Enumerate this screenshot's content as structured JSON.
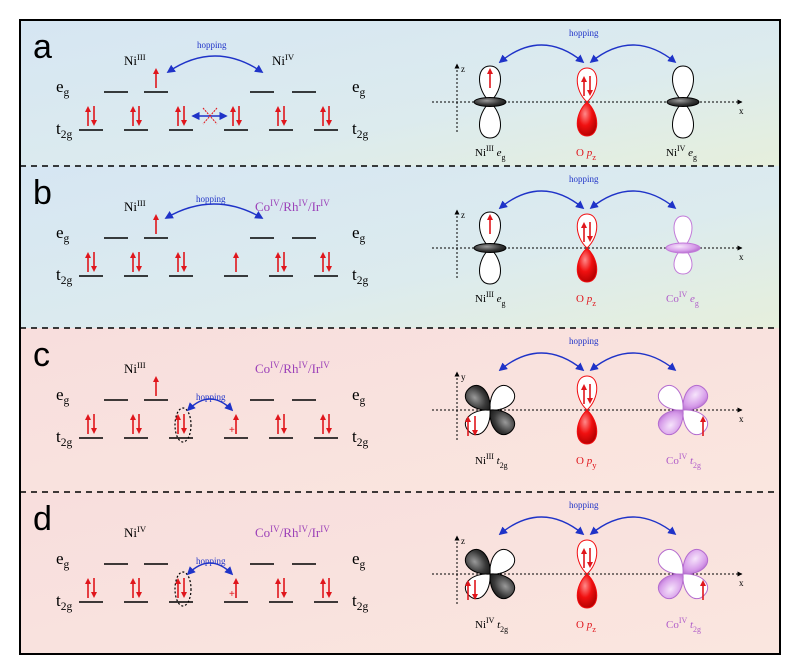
{
  "panels": [
    {
      "letter": "a",
      "left": {
        "ion_left": {
          "base": "Ni",
          "sup": "III",
          "color": "#000000"
        },
        "ion_right": {
          "base": "Ni",
          "sup": "IV",
          "color": "#000000"
        },
        "hopping": "hopping",
        "eg": {
          "base": "e",
          "sub": "g"
        },
        "t2g": {
          "base": "t",
          "sub": "2g"
        }
      },
      "right": {
        "hopping": "hopping",
        "axis_vertical": "z",
        "axis_horizontal": "x",
        "label_left": {
          "base": "Ni",
          "sup": "III",
          "tail": " e",
          "sub": "g",
          "color": "#000000"
        },
        "label_mid": {
          "pre": "O ",
          "base": "p",
          "sub": "z",
          "color": "#e0161c"
        },
        "label_right": {
          "base": "Ni",
          "sup": "IV",
          "tail": " e",
          "sub": "g",
          "color": "#000000"
        }
      }
    },
    {
      "letter": "b",
      "left": {
        "ion_left": {
          "base": "Ni",
          "sup": "III",
          "color": "#000000"
        },
        "ion_right_parts": [
          {
            "base": "Co",
            "sup": "IV"
          },
          {
            "base": "/Rh",
            "sup": "IV"
          },
          {
            "base": "/Ir",
            "sup": "IV"
          }
        ],
        "ion_right_color": "#9b3fb8",
        "hopping": "hopping",
        "eg": {
          "base": "e",
          "sub": "g"
        },
        "t2g": {
          "base": "t",
          "sub": "2g"
        }
      },
      "right": {
        "hopping": "hopping",
        "axis_vertical": "z",
        "axis_horizontal": "x",
        "label_left": {
          "base": "Ni",
          "sup": "III",
          "tail": " e",
          "sub": "g",
          "color": "#000000"
        },
        "label_mid": {
          "pre": "O ",
          "base": "p",
          "sub": "z",
          "color": "#e0161c"
        },
        "label_right": {
          "base": "Co",
          "sup": "IV",
          "tail": " e",
          "sub": "g",
          "color": "#b05cc9"
        }
      }
    },
    {
      "letter": "c",
      "left": {
        "ion_left": {
          "base": "Ni",
          "sup": "III",
          "color": "#000000"
        },
        "ion_right_parts": [
          {
            "base": "Co",
            "sup": "IV"
          },
          {
            "base": "/Rh",
            "sup": "IV"
          },
          {
            "base": "/Ir",
            "sup": "IV"
          }
        ],
        "ion_right_color": "#9b3fb8",
        "hopping": "hopping",
        "eg": {
          "base": "e",
          "sub": "g"
        },
        "t2g": {
          "base": "t",
          "sub": "2g"
        },
        "hole_mark": "+"
      },
      "right": {
        "hopping": "hopping",
        "axis_vertical": "y",
        "axis_horizontal": "x",
        "label_left": {
          "base": "Ni",
          "sup": "III",
          "tail": " t",
          "sub": "2g",
          "color": "#000000"
        },
        "label_mid": {
          "pre": "O ",
          "base": "p",
          "sub": "y",
          "color": "#e0161c"
        },
        "label_right": {
          "base": "Co",
          "sup": "IV",
          "tail": " t",
          "sub": "2g",
          "color": "#b05cc9"
        }
      }
    },
    {
      "letter": "d",
      "left": {
        "ion_left": {
          "base": "Ni",
          "sup": "IV",
          "color": "#000000"
        },
        "ion_right_parts": [
          {
            "base": "Co",
            "sup": "IV"
          },
          {
            "base": "/Rh",
            "sup": "IV"
          },
          {
            "base": "/Ir",
            "sup": "IV"
          }
        ],
        "ion_right_color": "#9b3fb8",
        "hopping": "hopping",
        "eg": {
          "base": "e",
          "sub": "g"
        },
        "t2g": {
          "base": "t",
          "sub": "2g"
        },
        "hole_mark": "+"
      },
      "right": {
        "hopping": "hopping",
        "axis_vertical": "z",
        "axis_horizontal": "x",
        "label_left": {
          "base": "Ni",
          "sup": "IV",
          "tail": " t",
          "sub": "2g",
          "color": "#000000"
        },
        "label_mid": {
          "pre": "O ",
          "base": "p",
          "sub": "z",
          "color": "#e0161c"
        },
        "label_right": {
          "base": "Co",
          "sup": "IV",
          "tail": " t",
          "sub": "2g",
          "color": "#b05cc9"
        }
      }
    }
  ],
  "colors": {
    "blue_panel": "#dceaf2",
    "pink_panel": "#f9e1de",
    "spin_arrow": "#e0161c",
    "hopping_arrow": "#1f33c8",
    "orbital_red": "#f20d10",
    "orbital_purple": "#d9a6ec",
    "orbital_dark": "#333333"
  }
}
